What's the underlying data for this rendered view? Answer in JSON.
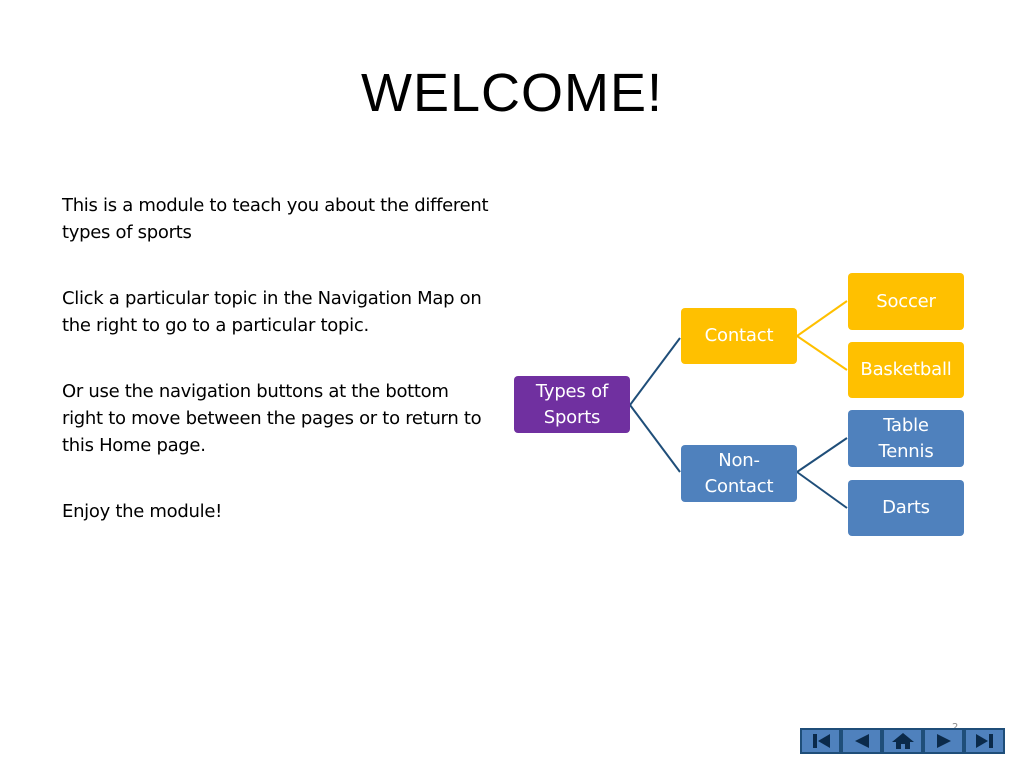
{
  "slide": {
    "title": "WELCOME!",
    "paragraphs": [
      "This is a module to teach you about the different types of sports",
      "Click a particular topic in the Navigation Map on the right to go to a particular topic.",
      "Or use the navigation buttons at the bottom right to move between the pages or to return to this Home page.",
      "Enjoy the module!"
    ],
    "slide_number": "2"
  },
  "nav_map": {
    "root": "Types of Sports",
    "contact": "Contact",
    "non_contact": "Non-Contact",
    "soccer": "Soccer",
    "basketball": "Basketball",
    "table_tennis": "Table Tennis",
    "darts": "Darts",
    "colors": {
      "root": "#7030a0",
      "contact_branch": "#ffc000",
      "non_contact_branch": "#4f81bd"
    }
  },
  "nav_buttons": [
    {
      "name": "first-page-icon"
    },
    {
      "name": "previous-page-icon"
    },
    {
      "name": "home-icon"
    },
    {
      "name": "next-page-icon"
    },
    {
      "name": "last-page-icon"
    }
  ]
}
